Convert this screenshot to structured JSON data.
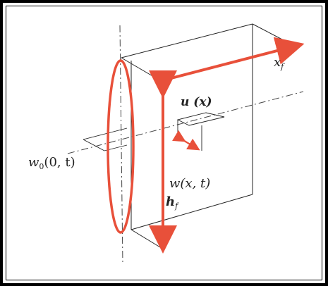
{
  "labels": {
    "xf_main": "x",
    "xf_sub": "f",
    "u_label": "u (x)",
    "w0_main": "w",
    "w0_sub": "0",
    "w0_args": "(0, t)",
    "w_label": "w(x, t)",
    "hf_main": "h",
    "hf_sub": "f"
  },
  "colors": {
    "accent": "#e8503a",
    "line": "#222222",
    "dash": "#444444",
    "frame": "#000000"
  }
}
